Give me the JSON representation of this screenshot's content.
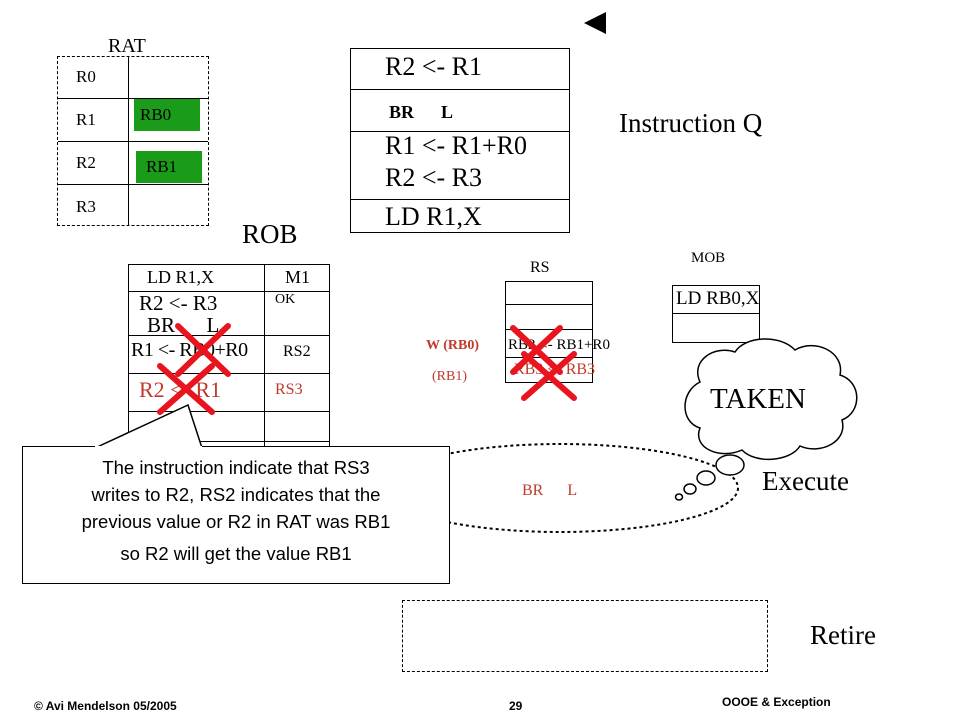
{
  "colors": {
    "green": "#1a9c1a",
    "red_text": "#c0392b",
    "red_x": "#e8141e",
    "arrow": "#000000"
  },
  "rat": {
    "title": "RAT",
    "rows": [
      {
        "reg": "R0",
        "value": ""
      },
      {
        "reg": "R1",
        "value": "RB0"
      },
      {
        "reg": "R2",
        "value": "RB1"
      },
      {
        "reg": "R3",
        "value": ""
      }
    ]
  },
  "instruction_q": {
    "label": "Instruction Q",
    "rows": [
      "R2 <- R1",
      "BR      L",
      "R1 <- R1+R0",
      "R2 <- R3",
      "LD R1,X"
    ]
  },
  "rob": {
    "title": "ROB",
    "rows": [
      {
        "instr": "LD R1,X",
        "status": "M1"
      },
      {
        "instr": "R2 <- R3",
        "status": "OK"
      },
      {
        "instr": "BR      L",
        "status": ""
      },
      {
        "instr": "R1 <- RB0+R0",
        "status": "RS2"
      },
      {
        "instr": "R2 <- R1",
        "status": "RS3"
      }
    ]
  },
  "rs": {
    "title": "RS",
    "left_labels": [
      "W (RB0)",
      "(RB1)"
    ],
    "entries": [
      "RB2 <- RB1+R0",
      "RB3 <- RB3"
    ]
  },
  "mob": {
    "title": "MOB",
    "entry": "LD RB0,X"
  },
  "taken_label": "TAKEN",
  "execute": {
    "label": "Execute",
    "content": "BR      L"
  },
  "retire_label": "Retire",
  "callout_lines": [
    "The instruction indicate that RS3",
    "writes to R2, RS2 indicates that the",
    "previous value or R2 in RAT was RB1",
    "so R2 will get the value RB1"
  ],
  "footer": {
    "left": "© Avi Mendelson 05/2005",
    "page": "29",
    "right": "OOOE & Exception"
  }
}
